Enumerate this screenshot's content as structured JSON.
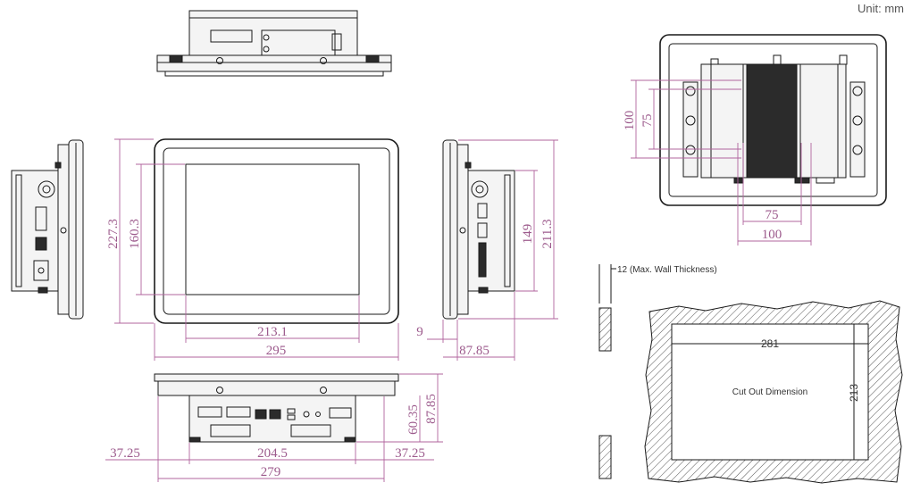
{
  "unit_label": "Unit: mm",
  "front_view": {
    "height_outer": "227.3",
    "height_screen": "160.3",
    "width_screen": "213.1",
    "width_outer": "295"
  },
  "side_view": {
    "depth_front": "9",
    "depth_total": "87.85",
    "height_screen": "149",
    "height_outer": "211.3"
  },
  "bottom_view": {
    "left_offset": "37.25",
    "center_span": "204.5",
    "right_offset": "37.25",
    "overall_width": "279",
    "depth_1": "60.35",
    "depth_2": "87.85"
  },
  "rear_view": {
    "vesa_v_outer": "100",
    "vesa_v_inner": "75",
    "vesa_h_inner": "75",
    "vesa_h_outer": "100"
  },
  "cutout": {
    "wall_label": "12 (Max. Wall Thickness)",
    "width": "281",
    "height": "213",
    "title": "Cut Out Dimension"
  }
}
